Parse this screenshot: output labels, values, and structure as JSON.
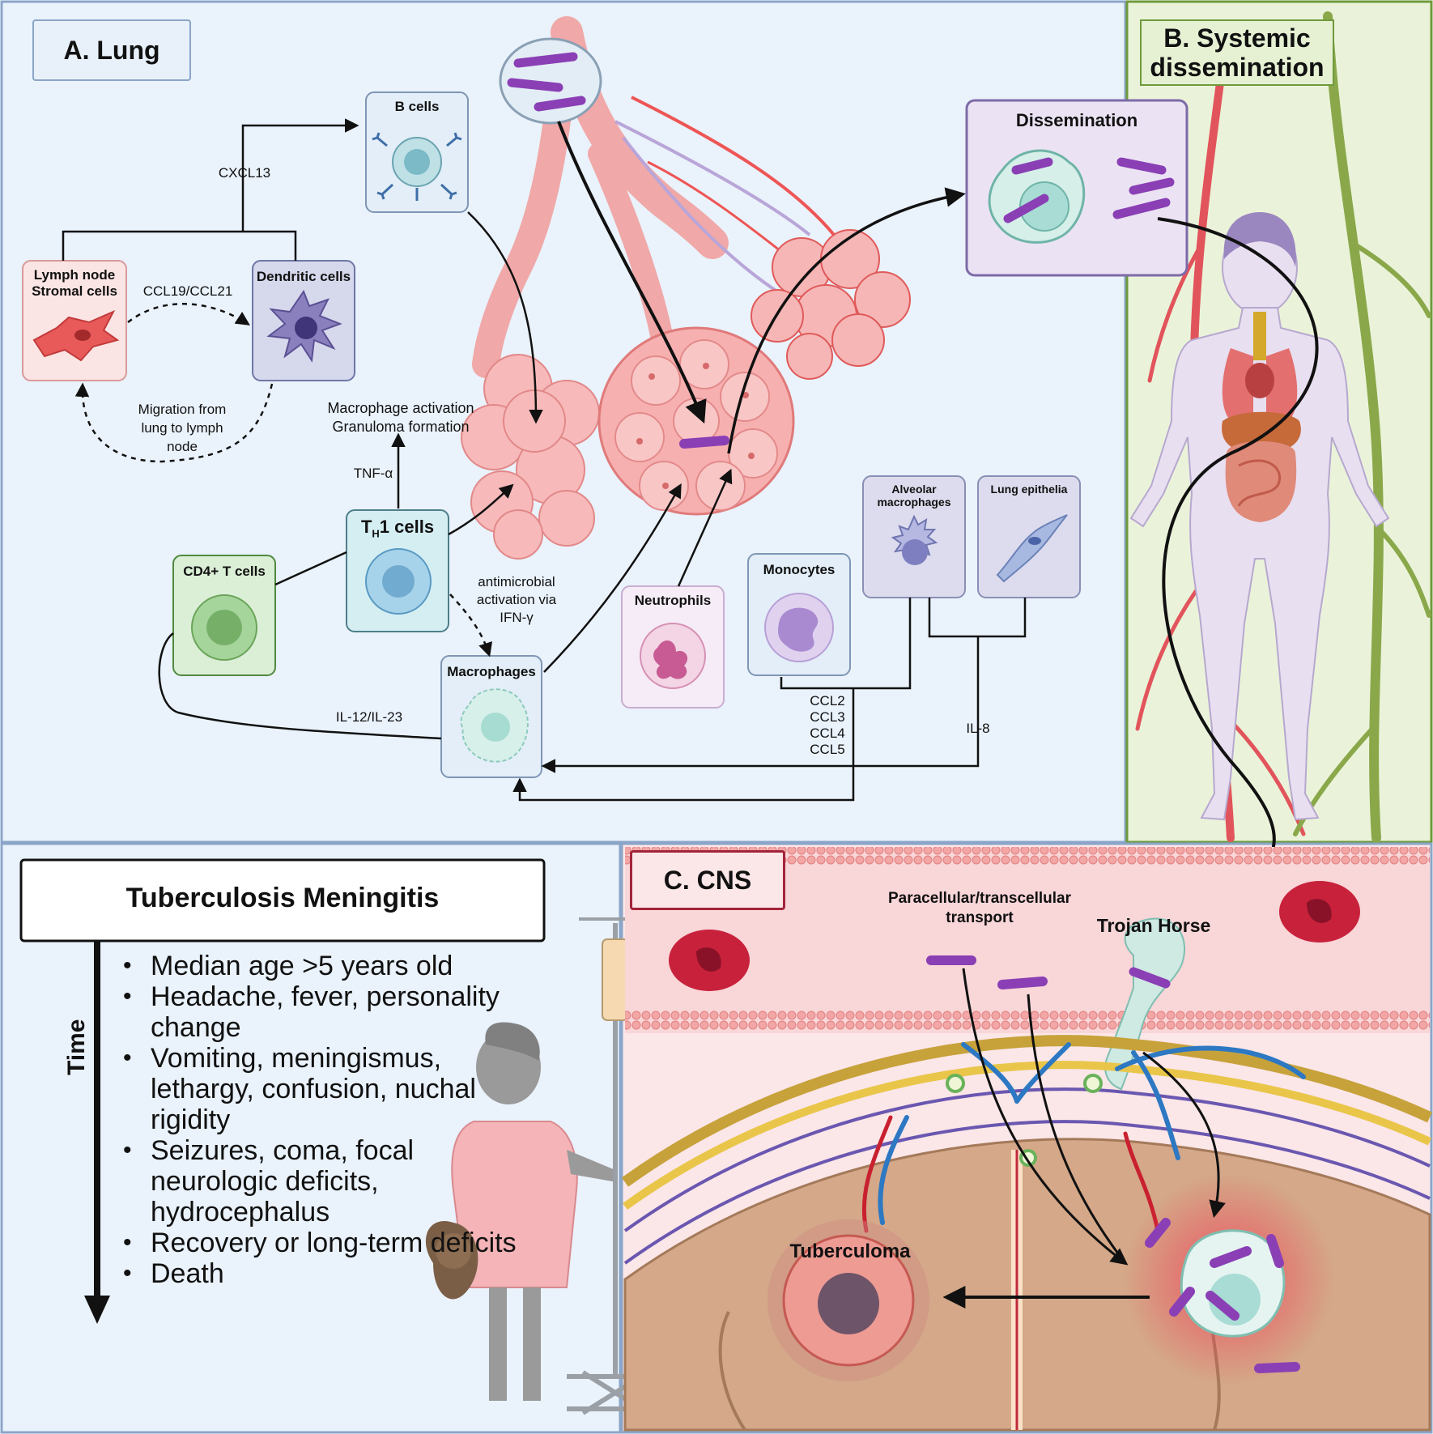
{
  "panels": {
    "lung": {
      "title": "A. Lung"
    },
    "systemic": {
      "title": "B. Systemic dissemination"
    },
    "cns": {
      "title": "C. CNS"
    }
  },
  "lung": {
    "cells": {
      "b_cells": "B cells",
      "lymph_node": "Lymph node Stromal cells",
      "dendritic": "Dendritic cells",
      "th1_main": "T",
      "th1_sub": "H",
      "th1_rest": "1 cells",
      "cd4": "CD4+ T cells",
      "macrophages": "Macrophages",
      "neutrophils": "Neutrophils",
      "monocytes": "Monocytes",
      "alveolar": "Alveolar macrophages",
      "epithelia": "Lung epithelia"
    },
    "labels": {
      "cxcl13": "CXCL13",
      "ccl19": "CCL19/CCL21",
      "migration": "Migration from lung to lymph node",
      "mac_activation": "Macrophage activation",
      "granuloma": "Granuloma formation",
      "tnf": "TNF-α",
      "antimicrobial": "antimicrobial activation via IFN-γ",
      "il12": "IL-12/IL-23",
      "ccl_list": "CCL2 CCL3 CCL4 CCL5",
      "il8": "IL-8"
    }
  },
  "systemic": {
    "dissemination": "Dissemination"
  },
  "meningitis": {
    "title": "Tuberculosis Meningitis",
    "time_label": "Time",
    "symptoms": [
      "Median age >5 years old",
      "Headache, fever, personality change",
      "Vomiting, meningismus, lethargy, confusion, nuchal rigidity",
      "Seizures, coma, focal neurologic deficits, hydrocephalus",
      "Recovery or long-term deficits",
      "Death"
    ]
  },
  "cns": {
    "transport": "Paracellular/transcellular transport",
    "trojan": "Trojan Horse",
    "tuberculoma": "Tuberculoma"
  },
  "colors": {
    "lung_bg": "#eaf2fb",
    "systemic_bg": "#eaf3da",
    "cns_frame": "#a2243a",
    "bacteria": "#8a3fb5"
  }
}
